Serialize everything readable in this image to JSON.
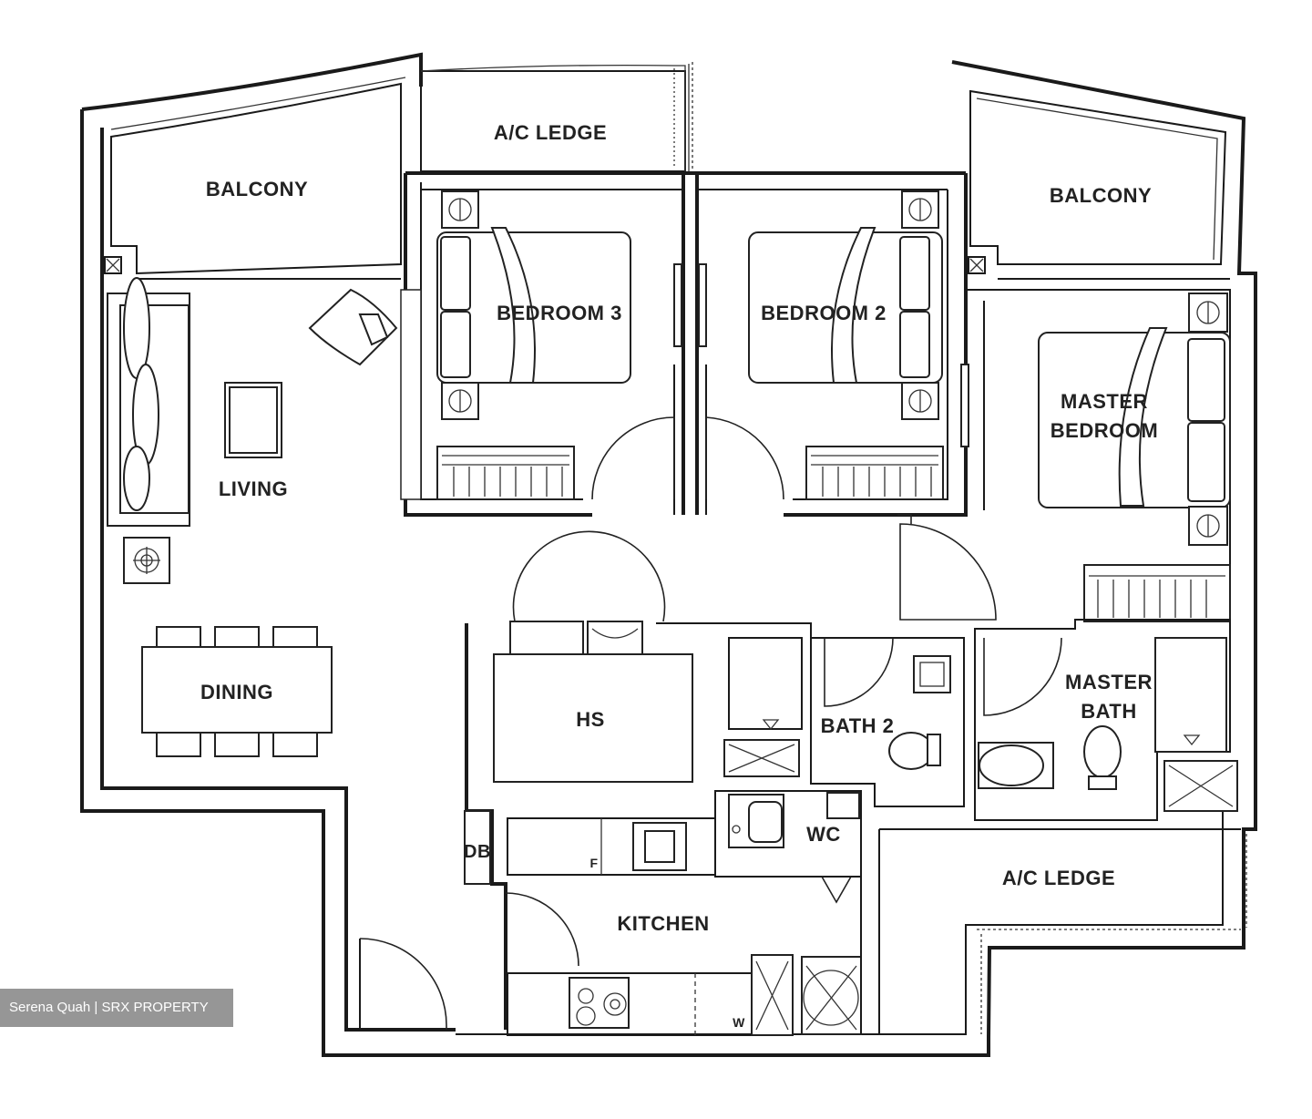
{
  "rooms": {
    "balcony_left": "BALCONY",
    "ac_ledge_top": "A/C LEDGE",
    "balcony_right": "BALCONY",
    "bedroom_3": "BEDROOM 3",
    "bedroom_2": "BEDROOM 2",
    "master_bedroom_line1": "MASTER",
    "master_bedroom_line2": "BEDROOM",
    "living": "LIVING",
    "dining": "DINING",
    "hs": "HS",
    "bath_2": "BATH 2",
    "master_bath_line1": "MASTER",
    "master_bath_line2": "BATH",
    "wc": "WC",
    "db": "DB",
    "kitchen": "KITCHEN",
    "ac_ledge_bottom": "A/C LEDGE",
    "fridge_marker": "F",
    "washer_marker": "W"
  },
  "watermark": "Serena Quah | SRX PROPERTY"
}
